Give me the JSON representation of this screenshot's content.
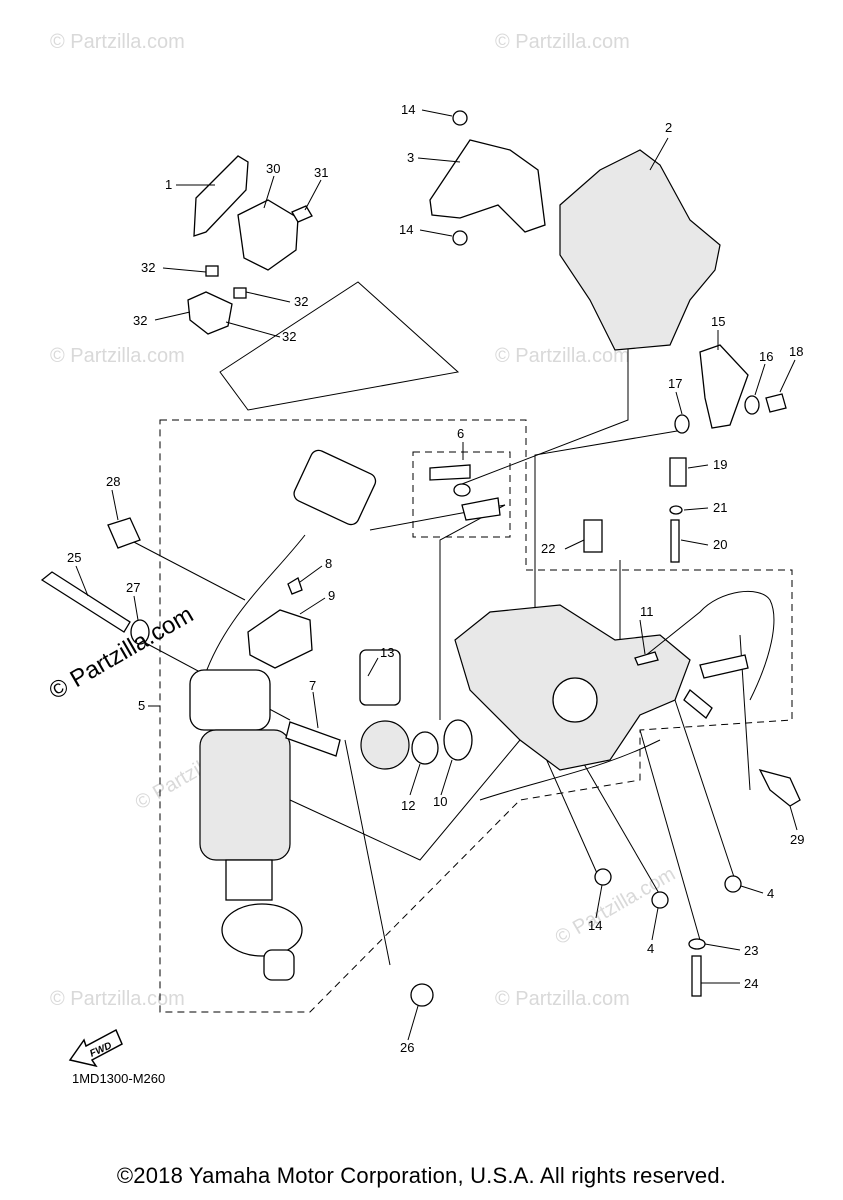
{
  "watermark": "© Partzilla.com",
  "brand_watermark": "© Partzilla.com",
  "fwd_label": "FWD",
  "diagram_code": "1MD1300-M260",
  "copyright": "©2018 Yamaha Motor Corporation, U.S.A. All rights reserved.",
  "callouts": {
    "c1": "1",
    "c2": "2",
    "c3": "3",
    "c4a": "4",
    "c4b": "4",
    "c5": "5",
    "c6": "6",
    "c7": "7",
    "c8": "8",
    "c9": "9",
    "c10": "10",
    "c11": "11",
    "c12": "12",
    "c13": "13",
    "c14a": "14",
    "c14b": "14",
    "c14c": "14",
    "c15": "15",
    "c16": "16",
    "c17": "17",
    "c18": "18",
    "c19": "19",
    "c20": "20",
    "c21": "21",
    "c22": "22",
    "c23": "23",
    "c24": "24",
    "c25": "25",
    "c26": "26",
    "c27": "27",
    "c28": "28",
    "c29": "29",
    "c30": "30",
    "c31": "31",
    "c32a": "32",
    "c32b": "32",
    "c32c": "32",
    "c32d": "32"
  }
}
